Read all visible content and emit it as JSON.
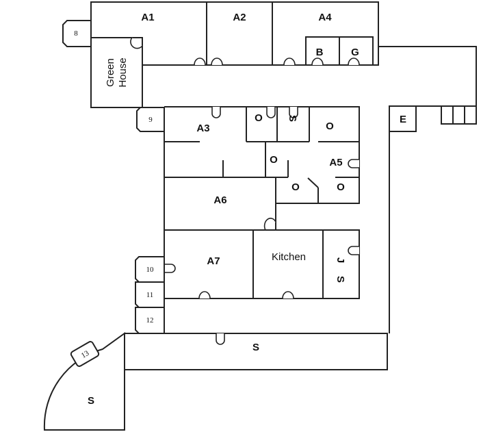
{
  "rooms": {
    "a1": "A1",
    "a2": "A2",
    "a4": "A4",
    "b": "B",
    "g": "G",
    "green_house_1": "Green",
    "green_house_2": "House",
    "a3": "A3",
    "a5": "A5",
    "a6": "A6",
    "a7": "A7",
    "kitchen": "Kitchen",
    "e": "E",
    "o": "O",
    "s": "S",
    "j": "J"
  },
  "exits": [
    "8",
    "9",
    "10",
    "11",
    "12",
    "13"
  ]
}
